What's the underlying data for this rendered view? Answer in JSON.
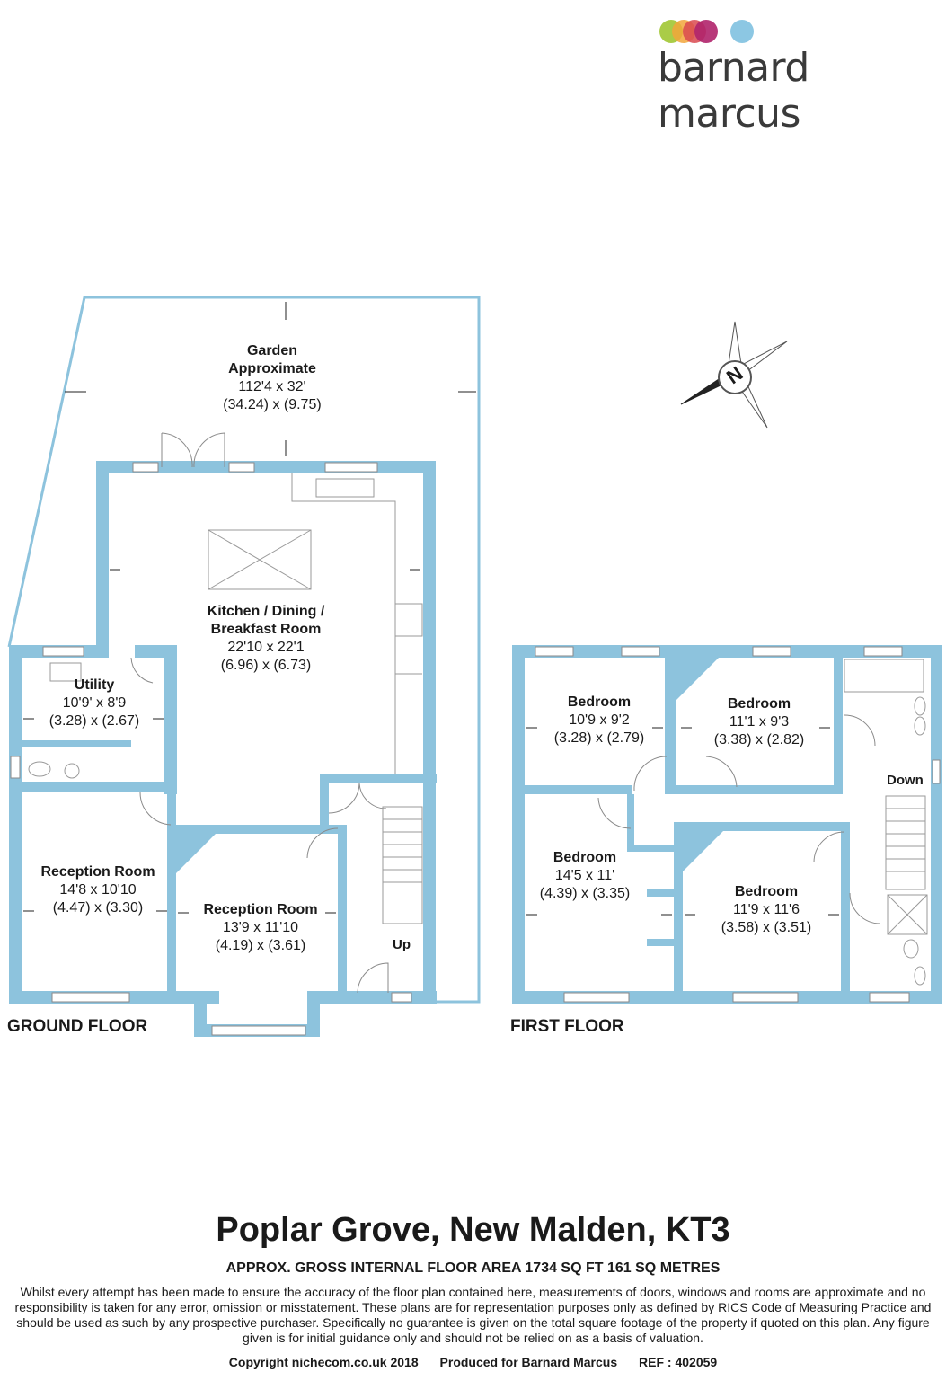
{
  "brand": {
    "name": "barnard marcus",
    "colors": [
      "#a5c93d",
      "#f2a63b",
      "#d9494f",
      "#b0246b",
      "#8cc7e3"
    ]
  },
  "plan": {
    "wall_color": "#8dc3dd",
    "ground_floor_label": "GROUND FLOOR",
    "first_floor_label": "FIRST FLOOR",
    "up_label": "Up",
    "down_label": "Down",
    "compass_label": "N",
    "ground_rooms": [
      {
        "name": "Garden",
        "name2": "Approximate",
        "dim_imp": "112'4 x 32'",
        "dim_met": "(34.24) x (9.75)"
      },
      {
        "name": "Kitchen / Dining /",
        "name2": "Breakfast Room",
        "dim_imp": "22'10 x 22'1",
        "dim_met": "(6.96) x (6.73)"
      },
      {
        "name": "Utility",
        "name2": "",
        "dim_imp": "10'9' x 8'9",
        "dim_met": "(3.28) x (2.67)"
      },
      {
        "name": "Reception Room",
        "name2": "",
        "dim_imp": "14'8 x 10'10",
        "dim_met": "(4.47) x (3.30)"
      },
      {
        "name": "Reception Room",
        "name2": "",
        "dim_imp": "13'9 x 11'10",
        "dim_met": "(4.19) x (3.61)"
      }
    ],
    "first_rooms": [
      {
        "name": "Bedroom",
        "dim_imp": "10'9 x 9'2",
        "dim_met": "(3.28) x (2.79)"
      },
      {
        "name": "Bedroom",
        "dim_imp": "11'1 x 9'3",
        "dim_met": "(3.38) x (2.82)"
      },
      {
        "name": "Bedroom",
        "dim_imp": "14'5 x 11'",
        "dim_met": "(4.39) x (3.35)"
      },
      {
        "name": "Bedroom",
        "dim_imp": "11'9 x 11'6",
        "dim_met": "(3.58) x (3.51)"
      }
    ]
  },
  "title": "Poplar Grove, New Malden, KT3",
  "subtitle": "APPROX. GROSS INTERNAL FLOOR AREA 1734 SQ FT 161 SQ METRES",
  "disclaimer": "Whilst every attempt has been made to ensure the accuracy of the floor plan contained here, measurements of doors, windows and rooms are approximate and no responsibility is taken for any error, omission or misstatement. These plans are for representation purposes only as defined by RICS Code of Measuring Practice and should be used as such by any prospective purchaser.  Specifically no guarantee is given on the total square footage of the property if quoted on this plan. Any figure given is for initial guidance only and should not be relied on as a basis of valuation.",
  "footer": {
    "copyright": "Copyright nichecom.co.uk 2018",
    "produced": "Produced for Barnard Marcus",
    "ref": "REF : 402059"
  }
}
